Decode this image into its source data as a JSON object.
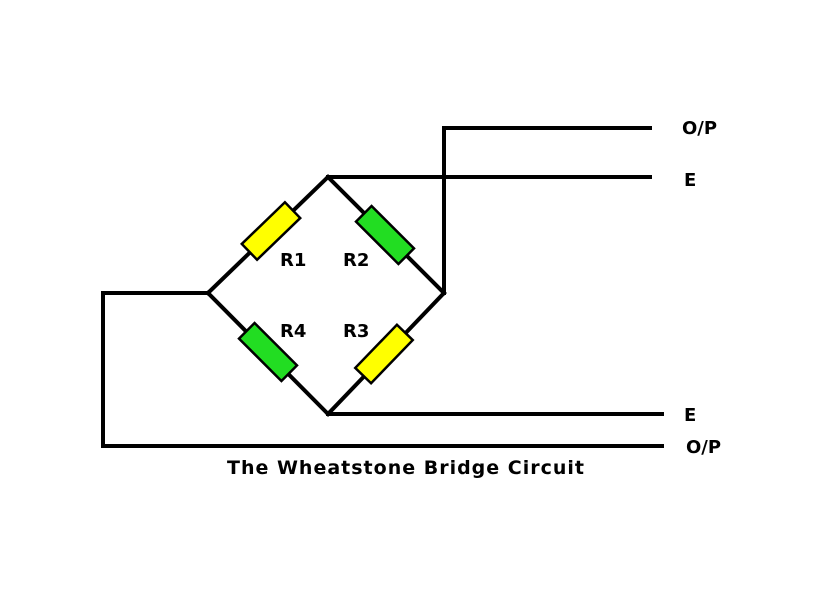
{
  "title": "The Wheatstone Bridge Circuit",
  "resistors": [
    {
      "label": "R1",
      "color": "#ffff00"
    },
    {
      "label": "R2",
      "color": "#22dd22"
    },
    {
      "label": "R3",
      "color": "#ffff00"
    },
    {
      "label": "R4",
      "color": "#22dd22"
    }
  ],
  "terminals": {
    "op_top": "O/P",
    "e_top": "E",
    "e_bottom": "E",
    "op_bottom": "O/P"
  }
}
